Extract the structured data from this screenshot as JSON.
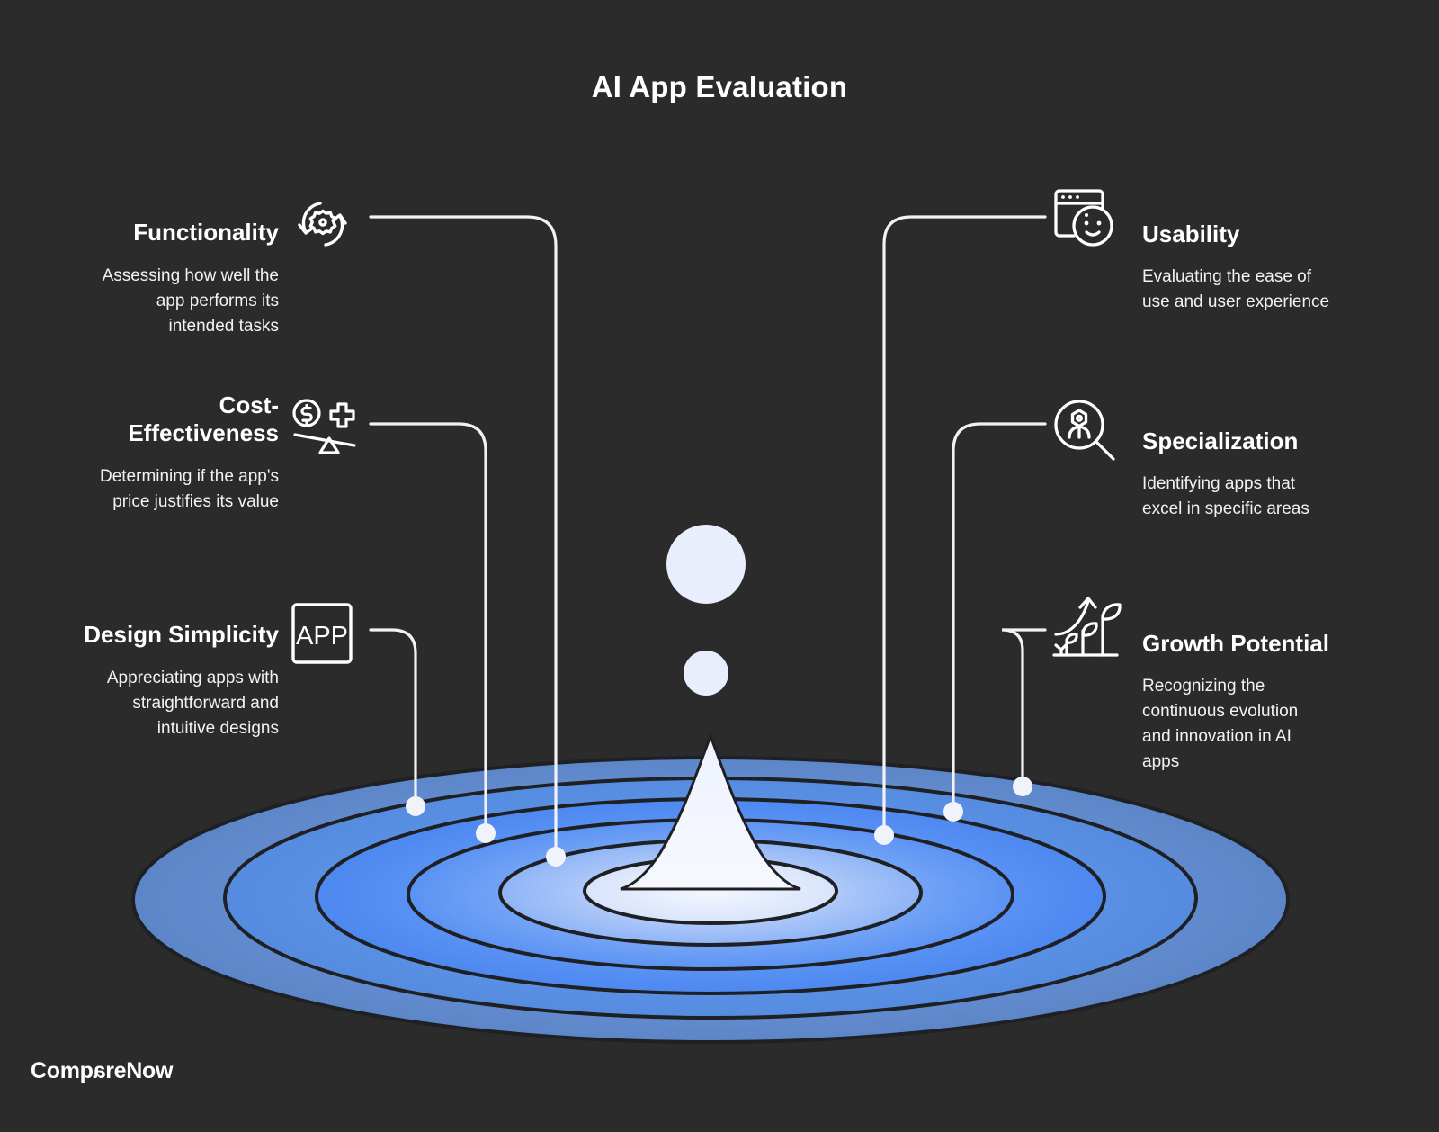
{
  "header": {
    "title": "AI App Evaluation"
  },
  "brand": {
    "name": "CompareNow",
    "logo_text_a": "Comp",
    "logo_text_b": "a",
    "logo_text_c": "reNow"
  },
  "colors": {
    "background": "#2b2b2b",
    "text": "#ffffff",
    "ripple_outer": "#5c86c8",
    "ripple_mid": "#4d88f0",
    "ripple_inner": "#8fb4f6",
    "ripple_core": "#eef2fd",
    "droplet": "#e8eefc",
    "connector": "#f2f2f2",
    "ripple_outline": "#1f2024"
  },
  "items": {
    "functionality": {
      "title": "Functionality",
      "description": "Assessing how well the\napp performs its\nintended tasks",
      "icon": "gear-refresh-icon",
      "side": "left"
    },
    "cost_effectiveness": {
      "title": "Cost-\nEffectiveness",
      "description": "Determining if the app's\nprice justifies its value",
      "icon": "balance-dollar-icon",
      "side": "left"
    },
    "design_simplicity": {
      "title": "Design Simplicity",
      "description": "Appreciating apps with\nstraightforward and\nintuitive designs",
      "icon": "app-square-icon",
      "icon_label": "APP",
      "side": "left"
    },
    "usability": {
      "title": "Usability",
      "description": "Evaluating the ease of\nuse and user experience",
      "icon": "browser-smiley-icon",
      "side": "right"
    },
    "specialization": {
      "title": "Specialization",
      "description": "Identifying apps that\nexcel in specific areas",
      "icon": "magnifier-person-icon",
      "side": "right"
    },
    "growth_potential": {
      "title": "Growth Potential",
      "description": "Recognizing the\ncontinuous evolution\nand innovation in AI\napps",
      "icon": "plant-growth-icon",
      "side": "right"
    }
  },
  "chart_data": {
    "type": "diagram",
    "title": "AI App Evaluation",
    "visual": "water ripple with droplet, six labelled spokes",
    "categories": [
      "Functionality",
      "Cost-Effectiveness",
      "Design Simplicity",
      "Usability",
      "Specialization",
      "Growth Potential"
    ],
    "ripple_rings": 6,
    "droplets": 2
  }
}
